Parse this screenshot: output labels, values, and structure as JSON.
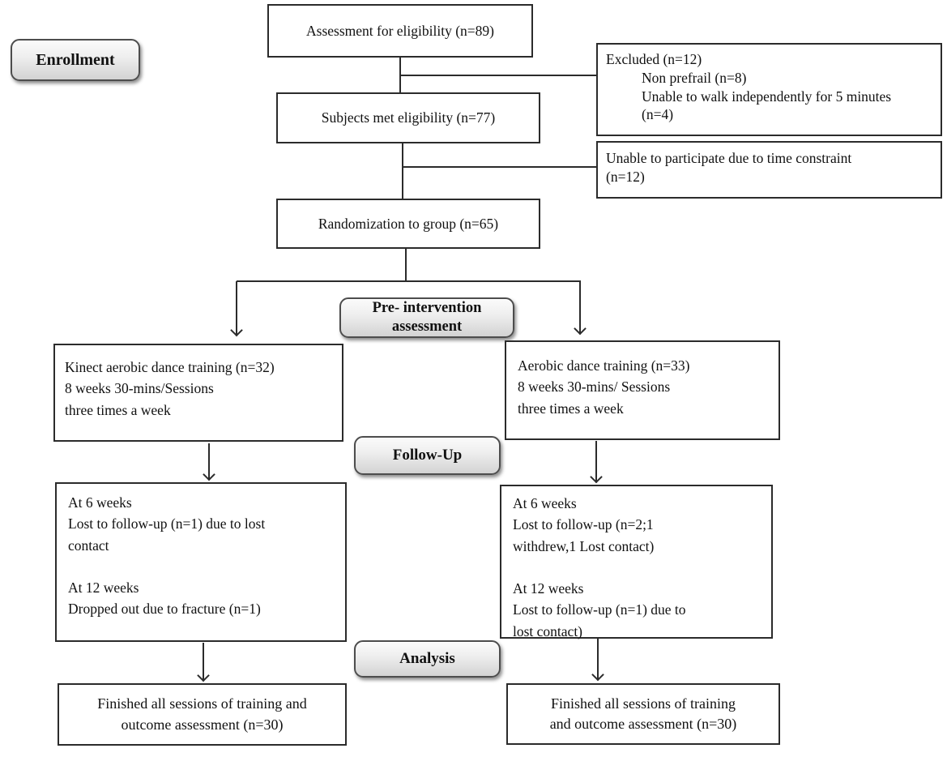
{
  "stages": {
    "enrollment": "Enrollment",
    "pre_intervention": {
      "lines": [
        "Pre- intervention",
        "assessment"
      ]
    },
    "follow_up": "Follow-Up",
    "analysis": "Analysis"
  },
  "flow": {
    "assessment": "Assessment for eligibility (n=89)",
    "excluded": {
      "lines": [
        "Excluded (n=12)",
        "Non prefrail (n=8)",
        "Unable to walk independently for 5 minutes",
        "(n=4)"
      ]
    },
    "subjects": "Subjects met eligibility (n=77)",
    "time_constraint": {
      "lines": [
        "Unable to participate due to time constraint",
        "(n=12)"
      ]
    },
    "randomization": "Randomization to group (n=65)",
    "kinect_group": {
      "lines": [
        "Kinect aerobic dance training (n=32)",
        "8 weeks 30-mins/Sessions",
        "three times a week"
      ]
    },
    "aerobic_group": {
      "lines": [
        "Aerobic dance training (n=33)",
        "8 weeks 30-mins/ Sessions",
        "three times a week"
      ]
    },
    "kinect_followup": {
      "lines": [
        "At 6 weeks",
        "Lost to follow-up (n=1) due to lost",
        "contact",
        "",
        "At 12 weeks",
        "Dropped out due to fracture (n=1)"
      ]
    },
    "aerobic_followup": {
      "lines": [
        "At 6 weeks",
        "Lost to follow-up (n=2;1",
        "withdrew,1 Lost contact)",
        "",
        "At 12 weeks",
        "Lost to follow-up (n=1) due to",
        "lost contact)"
      ]
    },
    "kinect_final": {
      "lines": [
        "Finished all sessions of training and",
        "outcome assessment (n=30)"
      ]
    },
    "aerobic_final": {
      "lines": [
        "Finished all sessions of training",
        "and outcome assessment (n=30)"
      ]
    }
  },
  "colors": {
    "box_border": "#2b2b2b",
    "connector_line": "#2b2b2b",
    "stage_fill_top": "#fbfbfb",
    "stage_fill_bottom": "#d3d3d3",
    "stage_border": "#4d4d4d",
    "text": "#111111",
    "background": "#ffffff"
  }
}
